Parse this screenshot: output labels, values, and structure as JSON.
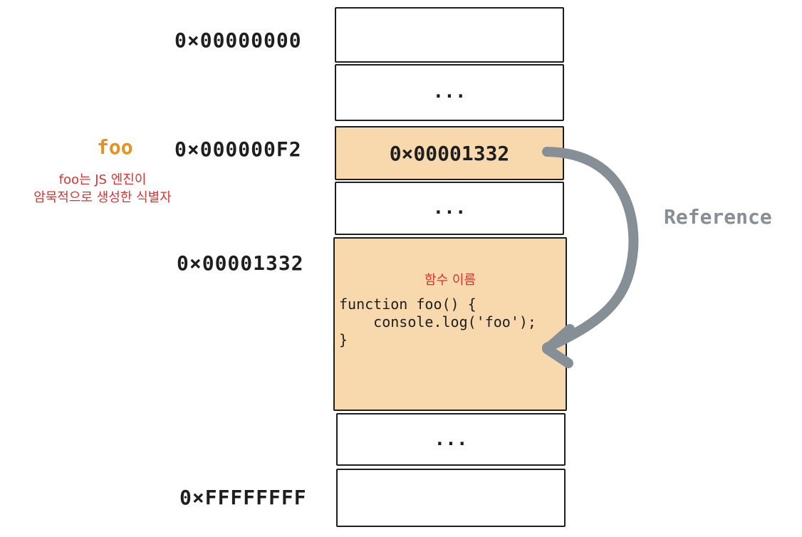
{
  "addresses": {
    "start": "0×00000000",
    "foo_slot": "0×000000F2",
    "function_slot": "0×00001332",
    "end": "0×FFFFFFFF"
  },
  "memory": {
    "ellipsis": "...",
    "foo_value": "0×00001332",
    "function_name_note": "함수 이름",
    "code_lines": [
      "function foo() {",
      "    console.log('foo');",
      "}"
    ]
  },
  "identifier": {
    "name": "foo",
    "note_line1": "foo는 JS 엔진이",
    "note_line2": "암묵적으로 생성한 식별자"
  },
  "reference": {
    "label": "Reference"
  },
  "colors": {
    "highlight": "#f8d9ae",
    "identifier": "#e8911f",
    "note": "#e03131",
    "reference": "#868e96"
  }
}
